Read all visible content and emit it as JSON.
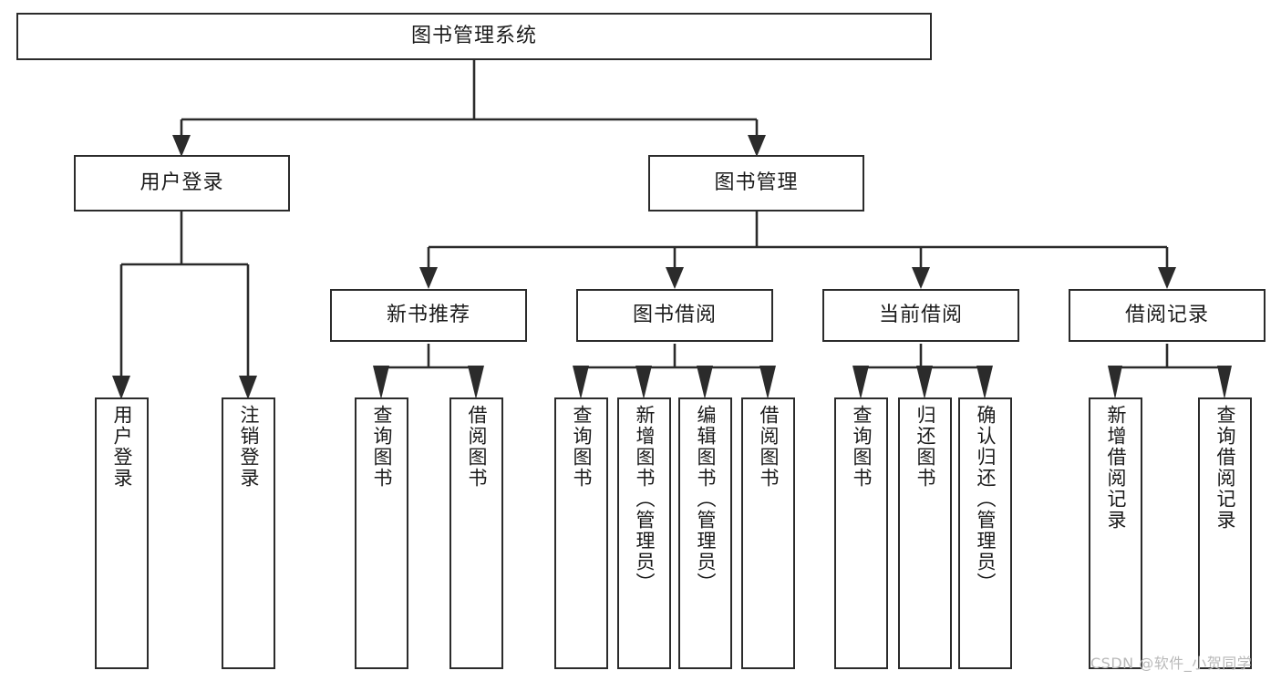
{
  "diagram": {
    "title": "图书管理系统",
    "type": "tree-hierarchy-diagram",
    "style": {
      "box_border_color": "#2b2b2b",
      "box_fill_color": "#ffffff",
      "connector_color": "#2b2b2b",
      "background_color": "#ffffff",
      "text_color": "#1b1b1b"
    },
    "nodes": {
      "root": {
        "label": "图书管理系统",
        "level": 1
      },
      "user_login": {
        "label": "用户登录",
        "level": 2
      },
      "book_manage": {
        "label": "图书管理",
        "level": 2
      },
      "new_book_rec": {
        "label": "新书推荐",
        "level": 3
      },
      "book_borrow": {
        "label": "图书借阅",
        "level": 3
      },
      "current_borrow": {
        "label": "当前借阅",
        "level": 3
      },
      "borrow_record": {
        "label": "借阅记录",
        "level": 3
      },
      "leaf_user_login": {
        "label": "用户登录",
        "level": 3
      },
      "leaf_logout": {
        "label": "注销登录",
        "level": 3
      },
      "leaf_query_book_1": {
        "label": "查询图书",
        "level": 4
      },
      "leaf_borrow_book_1": {
        "label": "借阅图书",
        "level": 4
      },
      "leaf_query_book_2": {
        "label": "查询图书",
        "level": 4
      },
      "leaf_add_book": {
        "label": "新增图书（管理员）",
        "level": 4
      },
      "leaf_edit_book": {
        "label": "编辑图书（管理员）",
        "level": 4
      },
      "leaf_borrow_book_2": {
        "label": "借阅图书",
        "level": 4
      },
      "leaf_query_book_3": {
        "label": "查询图书",
        "level": 4
      },
      "leaf_return_book": {
        "label": "归还图书",
        "level": 4
      },
      "leaf_confirm_return": {
        "label": "确认归还（管理员）",
        "level": 4
      },
      "leaf_add_record": {
        "label": "新增借阅记录",
        "level": 4
      },
      "leaf_query_record": {
        "label": "查询借阅记录",
        "level": 4
      }
    },
    "edges": [
      {
        "from": "root",
        "to": "user_login"
      },
      {
        "from": "root",
        "to": "book_manage"
      },
      {
        "from": "user_login",
        "to": "leaf_user_login"
      },
      {
        "from": "user_login",
        "to": "leaf_logout"
      },
      {
        "from": "book_manage",
        "to": "new_book_rec"
      },
      {
        "from": "book_manage",
        "to": "book_borrow"
      },
      {
        "from": "book_manage",
        "to": "current_borrow"
      },
      {
        "from": "book_manage",
        "to": "borrow_record"
      },
      {
        "from": "new_book_rec",
        "to": "leaf_query_book_1"
      },
      {
        "from": "new_book_rec",
        "to": "leaf_borrow_book_1"
      },
      {
        "from": "book_borrow",
        "to": "leaf_query_book_2"
      },
      {
        "from": "book_borrow",
        "to": "leaf_add_book"
      },
      {
        "from": "book_borrow",
        "to": "leaf_edit_book"
      },
      {
        "from": "book_borrow",
        "to": "leaf_borrow_book_2"
      },
      {
        "from": "current_borrow",
        "to": "leaf_query_book_3"
      },
      {
        "from": "current_borrow",
        "to": "leaf_return_book"
      },
      {
        "from": "current_borrow",
        "to": "leaf_confirm_return"
      },
      {
        "from": "borrow_record",
        "to": "leaf_add_record"
      },
      {
        "from": "borrow_record",
        "to": "leaf_query_record"
      }
    ]
  },
  "watermark": {
    "text": "CSDN @软件_小贺同学"
  }
}
